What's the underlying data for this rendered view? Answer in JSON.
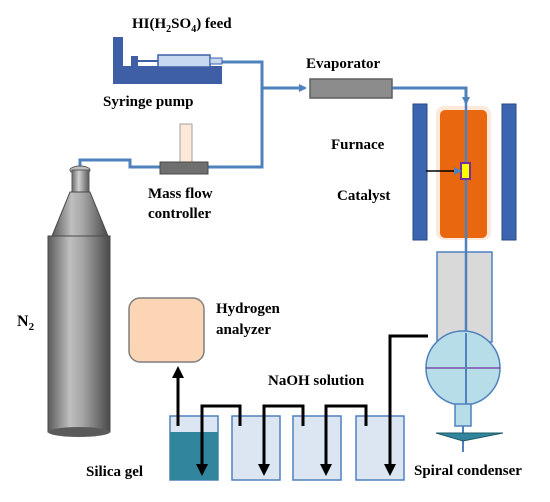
{
  "labels": {
    "feed_prefix": "HI(H",
    "feed_sub1": "2",
    "feed_mid": "SO",
    "feed_sub2": "4",
    "feed_suffix": ") feed",
    "syringe_pump": "Syringe pump",
    "evaporator": "Evaporator",
    "furnace": "Furnace",
    "catalyst": "Catalyst",
    "mass_flow_line1": "Mass flow",
    "mass_flow_line2": "controller",
    "n2_main": "N",
    "n2_sub": "2",
    "hydrogen_line1": "Hydrogen",
    "hydrogen_line2": "analyzer",
    "naoh_solution": "NaOH solution",
    "silica_gel": "Silica gel",
    "spiral_condenser": "Spiral condenser"
  },
  "colors": {
    "gas_line": "#4f81bd",
    "pump_body": "#3e5fa6",
    "furnace_core": "#e8670f",
    "furnace_wall": "#3b65b0",
    "evaporator": "#8c8c8c",
    "analyzer": "#fcd5b5",
    "naoh_bottle": "#dce6f2",
    "silica_bottle": "#31859c",
    "condenser": "#b7dee8",
    "cylinder": "#7f7f7f",
    "liquid_line": "#000000",
    "catalyst": "#ffff00"
  }
}
